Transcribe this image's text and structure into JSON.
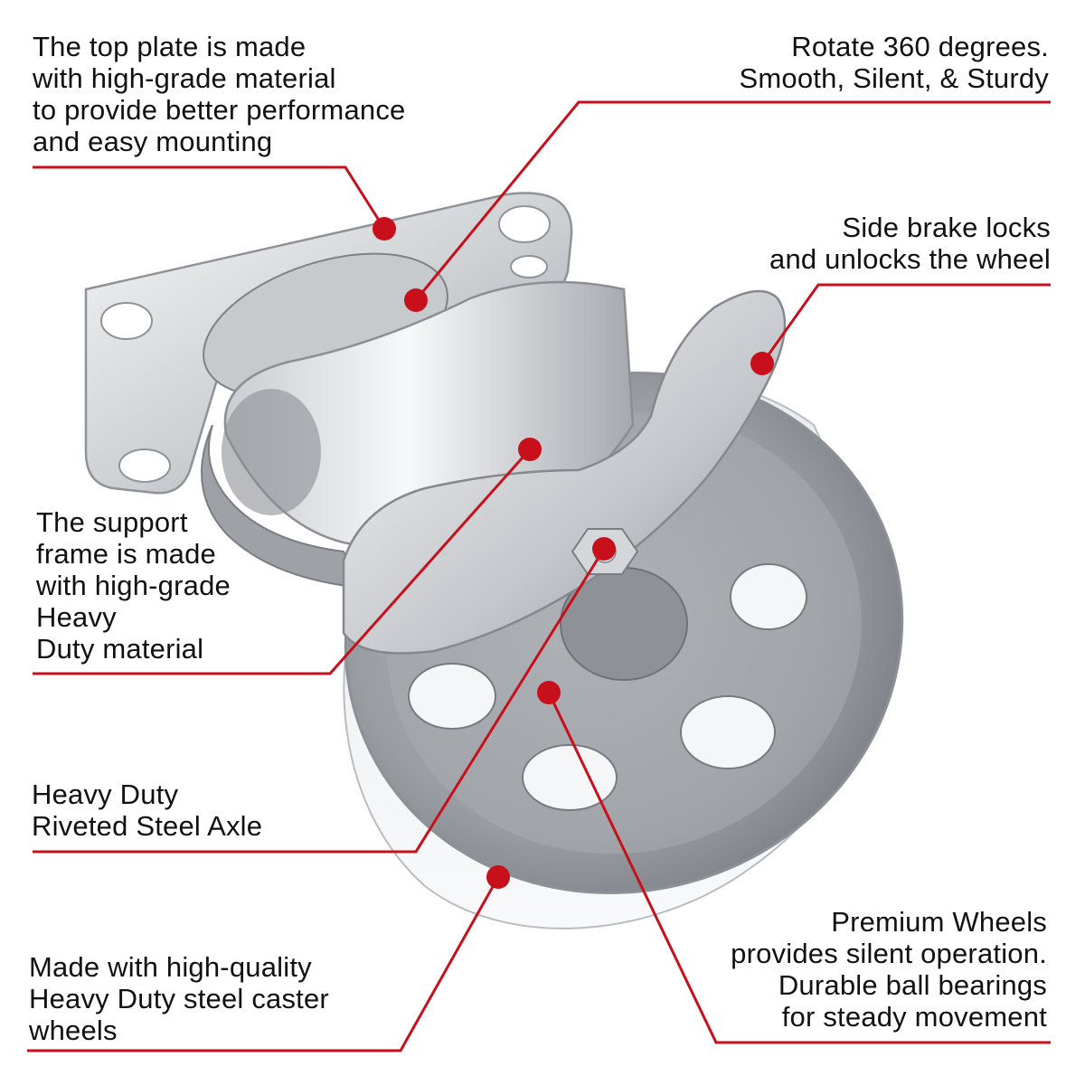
{
  "colors": {
    "callout": "#c8101c",
    "metal_light": "#eef0f2",
    "metal_mid": "#b9bcc0",
    "metal_dark": "#6e7277",
    "background": "#ffffff"
  },
  "callouts": {
    "top_plate": {
      "lines": [
        "The top plate is made",
        "with high-grade material",
        "to provide better performance",
        "and easy mounting"
      ]
    },
    "rotate": {
      "lines": [
        "Rotate 360 degrees.",
        "Smooth, Silent, & Sturdy"
      ]
    },
    "side_brake": {
      "lines": [
        "Side brake locks",
        "and unlocks the wheel"
      ]
    },
    "support_frame": {
      "lines": [
        "The support",
        "frame is made",
        "with high-grade",
        "Heavy",
        "Duty material"
      ]
    },
    "axle": {
      "lines": [
        "Heavy Duty",
        "Riveted Steel Axle"
      ]
    },
    "premium_wheels": {
      "lines": [
        "Premium Wheels",
        "provides silent operation.",
        "Durable ball bearings",
        "for steady movement"
      ]
    },
    "steel_wheels": {
      "lines": [
        "Made with high-quality",
        "Heavy Duty steel caster",
        "wheels"
      ]
    }
  }
}
